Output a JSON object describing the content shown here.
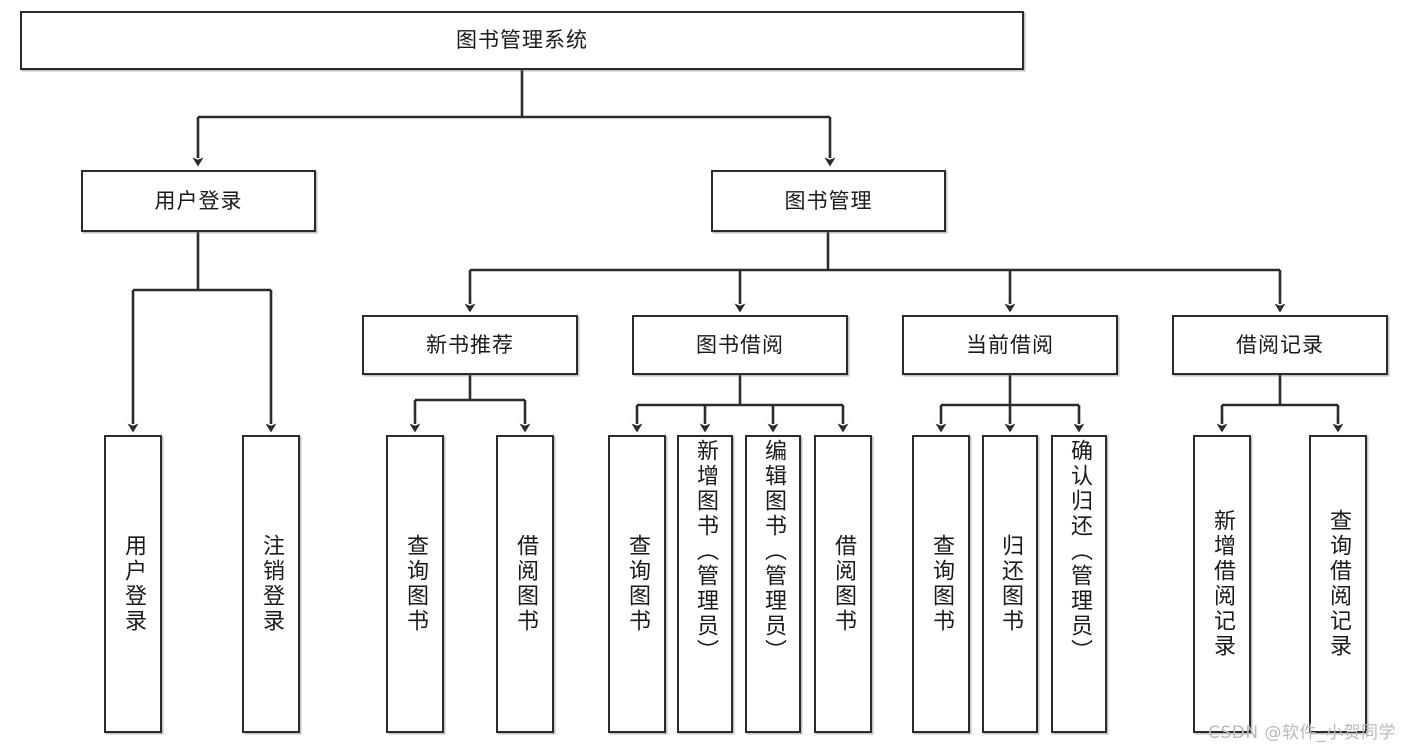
{
  "diagram": {
    "title": "图书管理系统",
    "type": "tree",
    "theme": {
      "background": "#ffffff",
      "stroke": "#2b2b2b",
      "text": "#1a1a1a",
      "watermark_color": "#b9b9b9"
    },
    "root": {
      "label": "图书管理系统"
    },
    "level2": [
      {
        "label": "用户登录"
      },
      {
        "label": "图书管理"
      }
    ],
    "level3": [
      {
        "label": "新书推荐"
      },
      {
        "label": "图书借阅"
      },
      {
        "label": "当前借阅"
      },
      {
        "label": "借阅记录"
      }
    ],
    "leaves": {
      "user_login": [
        {
          "label": "用户登录"
        },
        {
          "label": "注销登录"
        }
      ],
      "new_book_recommend": [
        {
          "label": "查询图书"
        },
        {
          "label": "借阅图书"
        }
      ],
      "book_borrow": [
        {
          "label": "查询图书"
        },
        {
          "label": "新增图书（管理员）"
        },
        {
          "label": "编辑图书（管理员）"
        },
        {
          "label": "借阅图书"
        }
      ],
      "current_borrow": [
        {
          "label": "查询图书"
        },
        {
          "label": "归还图书"
        },
        {
          "label": "确认归还（管理员）"
        }
      ],
      "borrow_record": [
        {
          "label": "新增借阅记录"
        },
        {
          "label": "查询借阅记录"
        }
      ]
    }
  },
  "watermark": {
    "text": "CSDN @软件_小贺同学"
  }
}
